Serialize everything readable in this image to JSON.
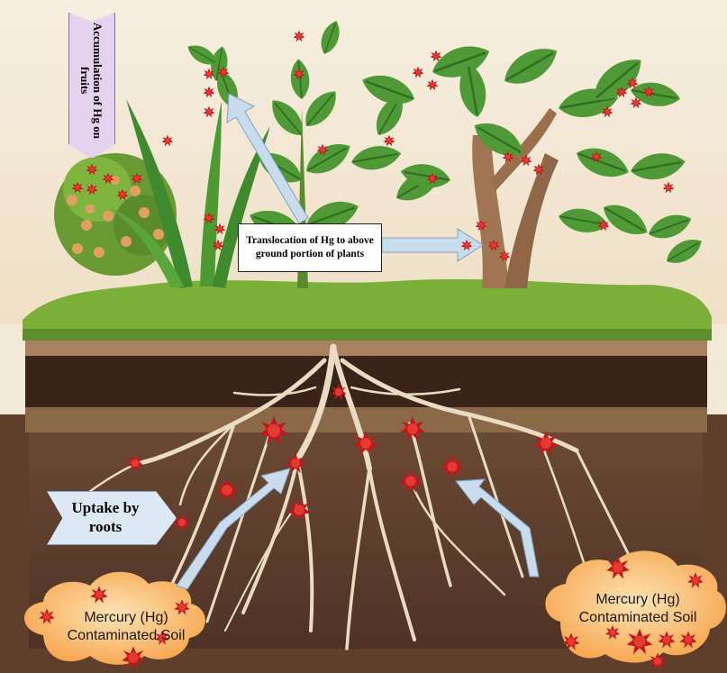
{
  "labels": {
    "accumulation": "Accumulation of Hg on fruits",
    "translocation": "Translocation of Hg to above ground portion of plants",
    "uptake": "Uptake by roots",
    "soil_left": "Mercury (Hg) Contaminated Soil",
    "soil_right": "Mercury (Hg) Contaminated Soil"
  },
  "colors": {
    "mercury": "#c4161c",
    "arrow": "#c9dcee",
    "cloud": "#f7b35e",
    "grass": "#7cae3a",
    "root": "#e9dcc2"
  },
  "icons": [
    "mercury-particle-icon",
    "arrow-icon",
    "plant-icon",
    "tree-icon",
    "shrub-icon",
    "root-icon"
  ]
}
